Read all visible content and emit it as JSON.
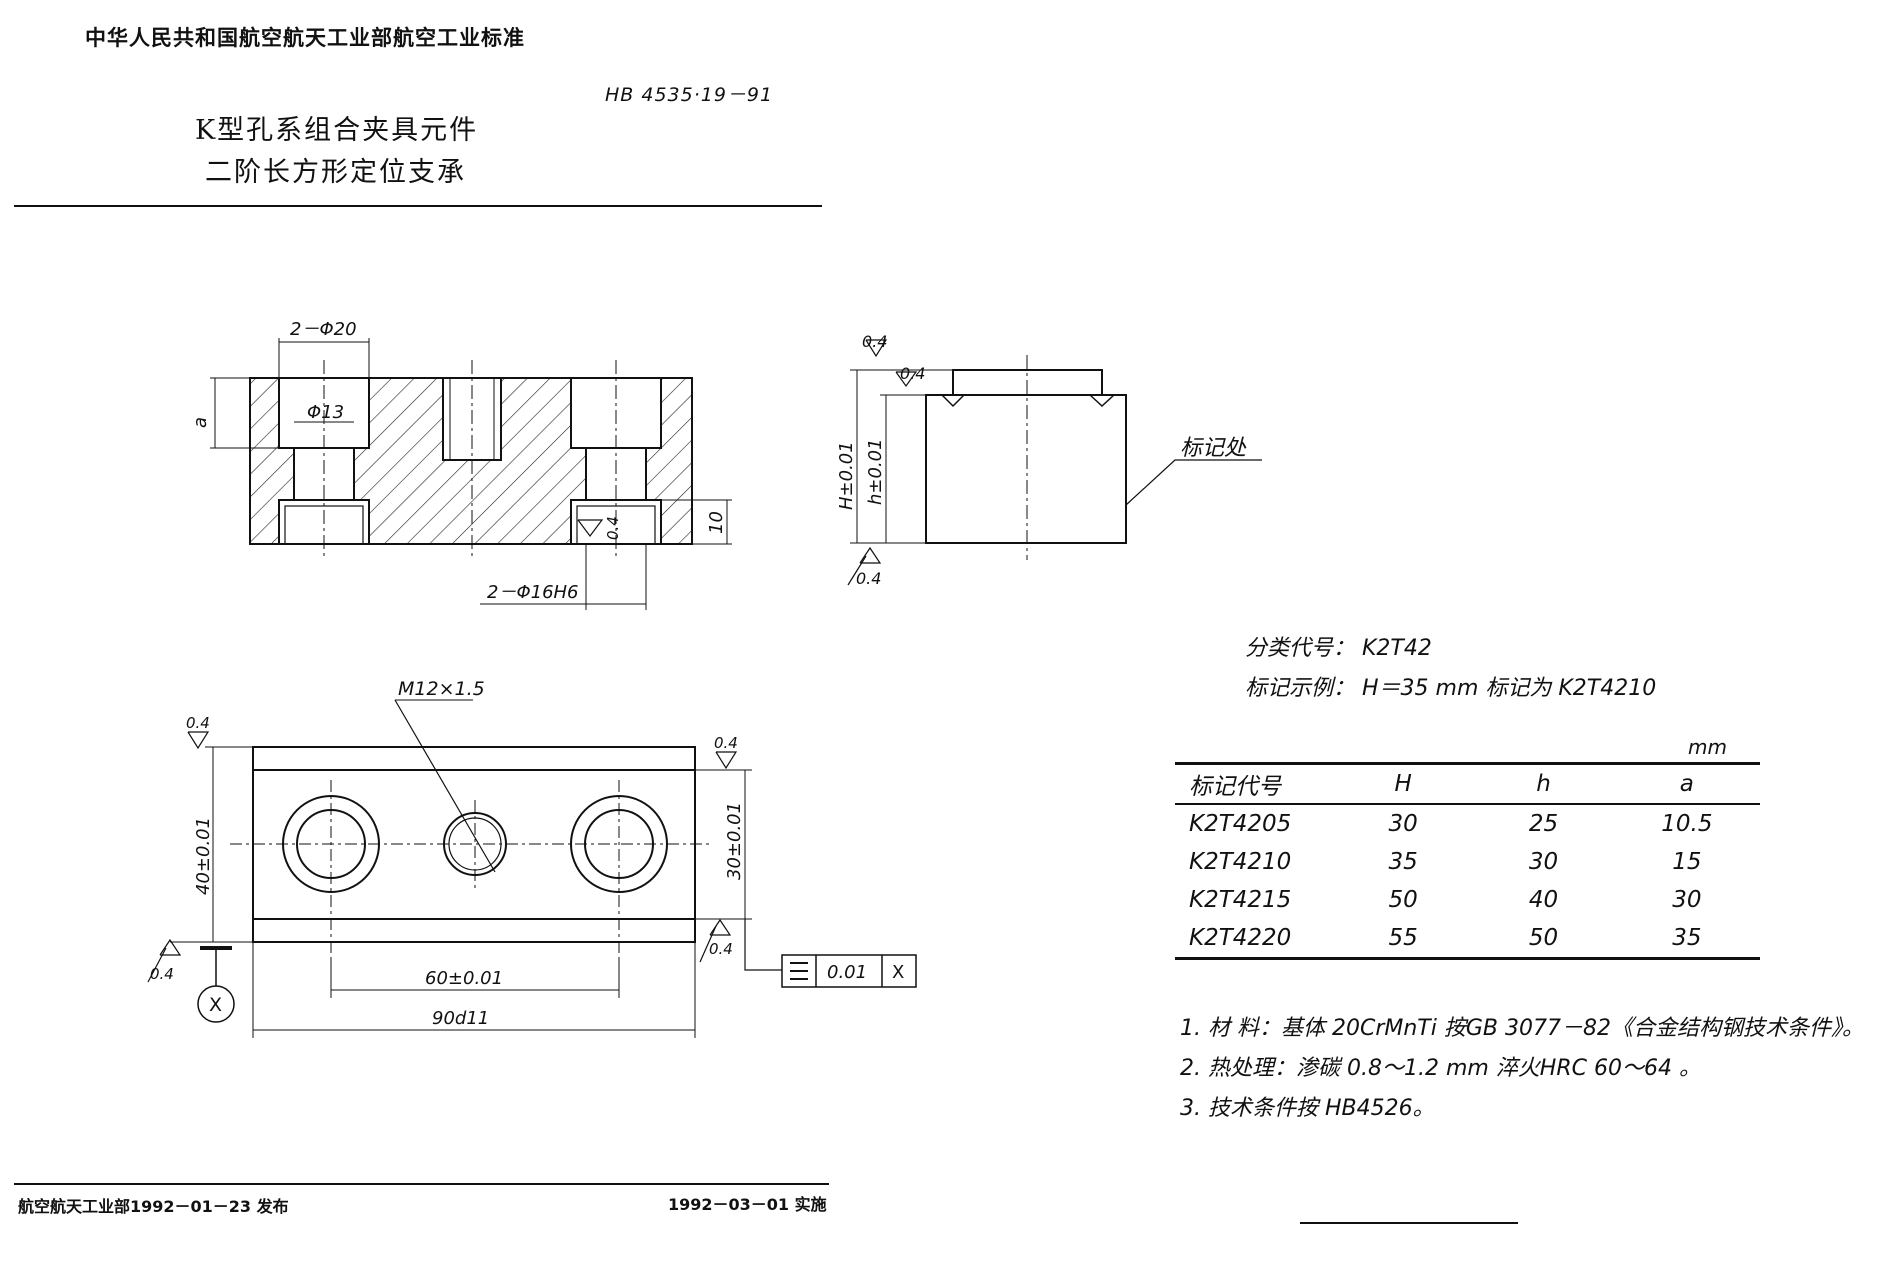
{
  "header": {
    "authority": "中华人民共和国航空航天工业部航空工业标准",
    "standard_no": "HB 4535·19－91",
    "title_line1": "K型孔系组合夹具元件",
    "title_line2": "二阶长方形定位支承"
  },
  "drawing": {
    "front_view": {
      "d1": "2－Φ20",
      "d2": "Φ13",
      "d3": "2－Φ16H6",
      "dim_a": "a",
      "dim_10": "10",
      "rough": "0.4"
    },
    "side_view": {
      "H": "H±0.01",
      "h": "h±0.01",
      "rough_top": "0.4",
      "rough_mid": "0.4",
      "rough_bottom": "0.4",
      "mark_label": "标记处"
    },
    "top_view": {
      "thread": "M12×1.5",
      "width40": "40±0.01",
      "width30": "30±0.01",
      "len60": "60±0.01",
      "len90": "90d11",
      "rough_left": "0.4",
      "rough_right": "0.4",
      "rough_bl": "0.4",
      "rough_br": "0.4",
      "datum": "X",
      "tol_value": "0.01",
      "tol_datum": "X"
    }
  },
  "info": {
    "class_code": "分类代号：  K2T42",
    "mark_example": "标记示例：  H＝35 mm  标记为  K2T4210"
  },
  "table": {
    "unit": "mm",
    "headers": [
      "标记代号",
      "H",
      "h",
      "a"
    ],
    "rows": [
      [
        "K2T4205",
        "30",
        "25",
        "10.5"
      ],
      [
        "K2T4210",
        "35",
        "30",
        "15"
      ],
      [
        "K2T4215",
        "50",
        "40",
        "30"
      ],
      [
        "K2T4220",
        "55",
        "50",
        "35"
      ]
    ]
  },
  "notes": [
    "1. 材  料：基体 20CrMnTi 按GB 3077－82《合金结构钢技术条件》。",
    "2. 热处理：渗碳 0.8～1.2 mm  淬火HRC 60～64 。",
    "3. 技术条件按 HB4526。"
  ],
  "footer": {
    "issued": "航空航天工业部1992－01－23 发布",
    "effective": "1992－03－01 实施"
  }
}
